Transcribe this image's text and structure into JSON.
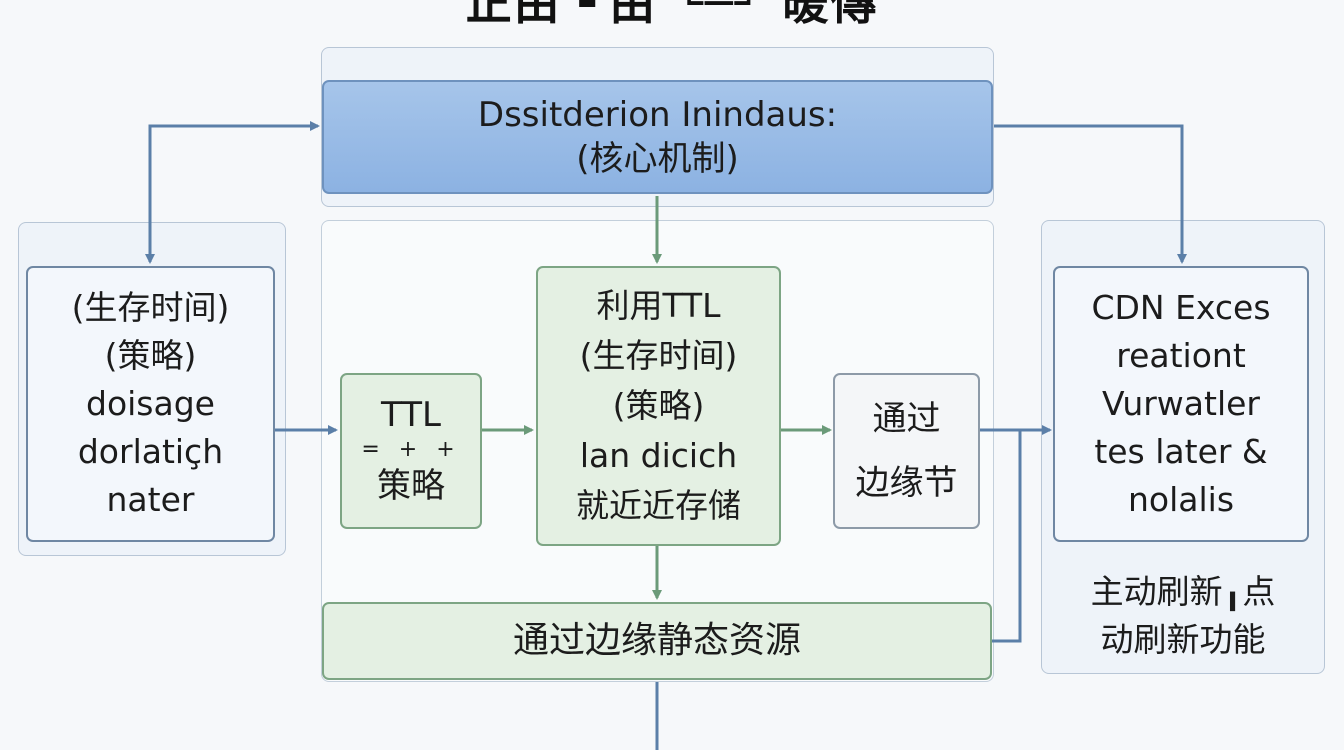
{
  "title": "正由 ┙由 └─┘ 暖傳",
  "top_box": {
    "line1": "Dssitderion Inindaus:",
    "line2": "(核心机制)"
  },
  "left_box": {
    "lines": [
      "(生存时间)",
      "(策略)",
      "doisage",
      "dorlatiçh",
      "nater"
    ]
  },
  "ttl_box": {
    "line1": "TTL",
    "line2": "= + +",
    "line3": "策略"
  },
  "center_box": {
    "lines": [
      "利用TTL",
      "(生存时间)",
      "(策略)",
      "lan dicich",
      "就近近存储"
    ]
  },
  "edge_box": {
    "line1": "通过",
    "line2": "边缘节"
  },
  "bottom_bar": {
    "label": "通过边缘静态资源"
  },
  "right_box": {
    "lines": [
      "CDN Exces",
      "reationt",
      "Vurwatler",
      "tes later &",
      "nolalis"
    ]
  },
  "right_caption": {
    "line1": "主动刷新╻点",
    "line2": "动刷新功能"
  },
  "colors": {
    "arrow_blue": "#5b7fa8",
    "arrow_green": "#6b9a79"
  }
}
